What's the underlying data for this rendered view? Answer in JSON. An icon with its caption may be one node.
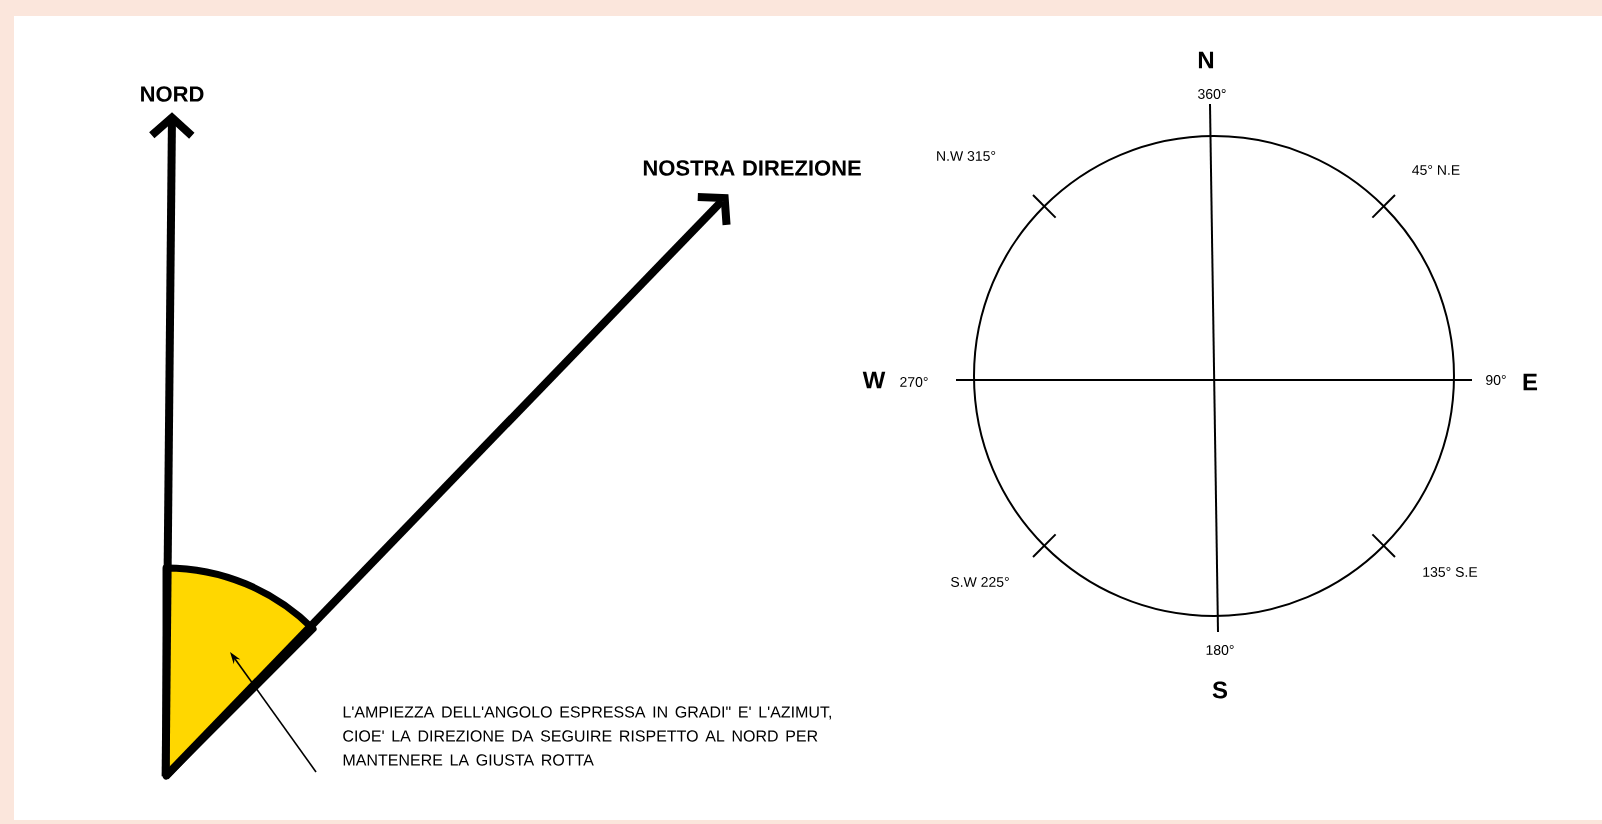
{
  "diagram": {
    "nodes": [
      {
        "text": [
          "NORD"
        ]
      },
      {
        "text": [
          "NOSTRA DIREZIONE"
        ]
      },
      {
        "text": [],
        "shape": "wedge"
      },
      {
        "text": [
          "L'AMPIEZZA DELL'ANGOLO ESPRESSA IN GRADI\" E' L'AZIMUT, CIOE' LA DIREZIONE DA SEGUIRE RISPETTO AL NORD PER MANTENERE LA GIUSTA ROTTA"
        ]
      }
    ],
    "edges": [
      {
        "from": 2,
        "to": 0,
        "arrow": "to"
      },
      {
        "from": 2,
        "to": 1,
        "arrow": "to"
      },
      {
        "from": 3,
        "to": 2,
        "arrow": "to"
      }
    ],
    "labels": [
      "N",
      "360°",
      "N.W 315°",
      "45° N.E",
      "W",
      "270°",
      "90°",
      "E",
      "S.W 225°",
      "135° S.E",
      "180°",
      "S"
    ]
  }
}
